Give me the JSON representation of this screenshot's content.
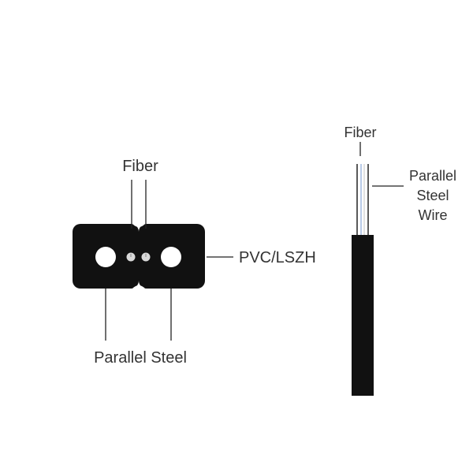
{
  "cross_section": {
    "fiber_label": "Fiber",
    "sheath_label": "PVC/LSZH",
    "steel_label": "Parallel Steel"
  },
  "side_view": {
    "fiber_label": "Fiber",
    "wire_label_line1": "Parallel",
    "wire_label_line2": "Steel",
    "wire_label_line3": "Wire"
  },
  "colors": {
    "sheath": "#111111",
    "steel": "#ffffff",
    "fiber": "#d9d9d9",
    "leader_line": "#222222",
    "text": "#333333",
    "fiber_blue": "#8aa8d8"
  }
}
